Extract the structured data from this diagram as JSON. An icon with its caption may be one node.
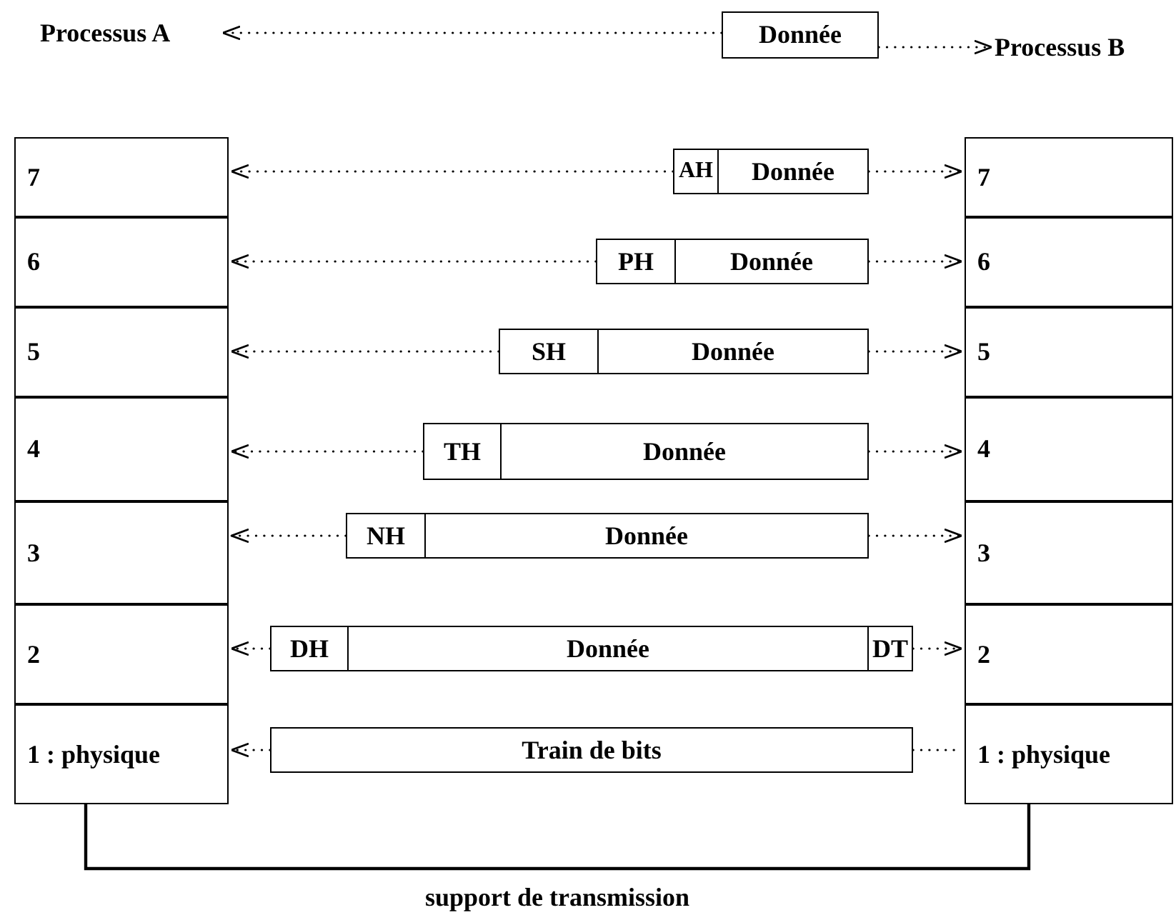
{
  "diagram": {
    "nodes": [
      {
        "text": [
          "Processus A"
        ]
      },
      {
        "text": [
          "Donnée"
        ]
      },
      {
        "text": [
          "Processus B"
        ]
      },
      {
        "text": [
          "7"
        ]
      },
      {
        "text": [
          "AH",
          "Donnée"
        ]
      },
      {
        "text": [
          "7"
        ]
      },
      {
        "text": [
          "6"
        ]
      },
      {
        "text": [
          "PH",
          "Donnée"
        ]
      },
      {
        "text": [
          "6"
        ]
      },
      {
        "text": [
          "5"
        ]
      },
      {
        "text": [
          "SH",
          "Donnée"
        ]
      },
      {
        "text": [
          "5"
        ]
      },
      {
        "text": [
          "4"
        ]
      },
      {
        "text": [
          "TH",
          "Donnée"
        ]
      },
      {
        "text": [
          "4"
        ]
      },
      {
        "text": [
          "3"
        ]
      },
      {
        "text": [
          "NH",
          "Donnée"
        ]
      },
      {
        "text": [
          "3"
        ]
      },
      {
        "text": [
          "2"
        ]
      },
      {
        "text": [
          "DH",
          "Donnée",
          "DT"
        ]
      },
      {
        "text": [
          "2"
        ]
      },
      {
        "text": [
          "1 : physique"
        ]
      },
      {
        "text": [
          "Train de bits"
        ]
      },
      {
        "text": [
          "1 : physique"
        ]
      }
    ],
    "edges": [
      {
        "from": 1,
        "to": 0,
        "arrow": "to",
        "style": "dashed"
      },
      {
        "from": 1,
        "to": 2,
        "arrow": "to",
        "style": "dashed"
      },
      {
        "from": 4,
        "to": 3,
        "arrow": "to",
        "style": "dashed"
      },
      {
        "from": 4,
        "to": 5,
        "arrow": "to",
        "style": "dashed"
      },
      {
        "from": 7,
        "to": 6,
        "arrow": "to",
        "style": "dashed"
      },
      {
        "from": 7,
        "to": 8,
        "arrow": "to",
        "style": "dashed"
      },
      {
        "from": 10,
        "to": 9,
        "arrow": "to",
        "style": "dashed"
      },
      {
        "from": 10,
        "to": 11,
        "arrow": "to",
        "style": "dashed"
      },
      {
        "from": 13,
        "to": 12,
        "arrow": "to",
        "style": "dashed"
      },
      {
        "from": 13,
        "to": 14,
        "arrow": "to",
        "style": "dashed"
      },
      {
        "from": 16,
        "to": 15,
        "arrow": "to",
        "style": "dashed"
      },
      {
        "from": 16,
        "to": 17,
        "arrow": "to",
        "style": "dashed"
      },
      {
        "from": 19,
        "to": 18,
        "arrow": "to",
        "style": "dashed"
      },
      {
        "from": 19,
        "to": 20,
        "arrow": "to",
        "style": "dashed"
      },
      {
        "from": 22,
        "to": 21,
        "arrow": "to",
        "style": "dashed"
      },
      {
        "from": 22,
        "to": 23,
        "arrow": "none",
        "style": "dashed"
      },
      {
        "from": 21,
        "to": 23,
        "arrow": "none",
        "label": "support de transmission"
      }
    ]
  }
}
